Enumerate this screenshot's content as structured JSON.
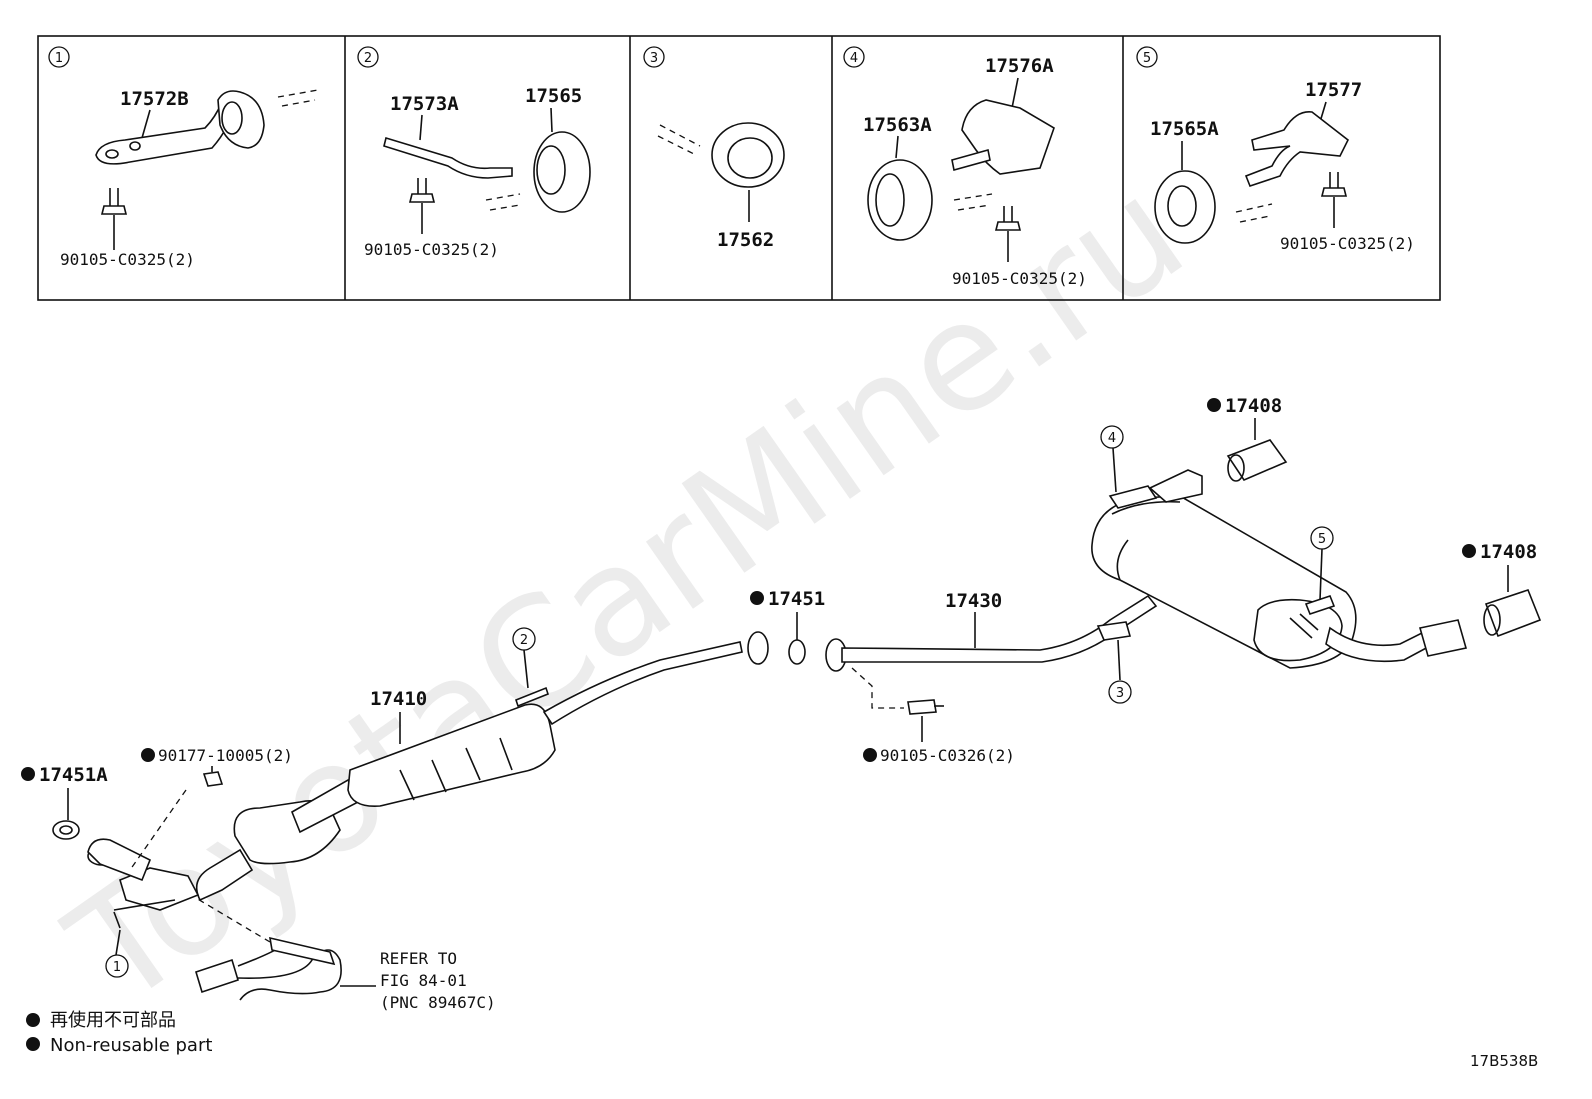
{
  "watermark": "ToyotaCarMine.ru",
  "detail_panels": [
    {
      "index": "1",
      "parts": [
        "17572B"
      ],
      "bolt": "90105-C0325(2)"
    },
    {
      "index": "2",
      "parts": [
        "17573A",
        "17565"
      ],
      "bolt": "90105-C0325(2)"
    },
    {
      "index": "3",
      "parts": [
        "17562"
      ],
      "bolt": ""
    },
    {
      "index": "4",
      "parts": [
        "17576A",
        "17563A"
      ],
      "bolt": "90105-C0325(2)"
    },
    {
      "index": "5",
      "parts": [
        "17577",
        "17565A"
      ],
      "bolt": "90105-C0325(2)"
    }
  ],
  "main_labels": {
    "tail_top": "17408",
    "tail_right": "17408",
    "gasket_mid": "17451",
    "center_pipe": "17430",
    "front_pipe": "17410",
    "nut": "90177-10005(2)",
    "gasket_front": "17451A",
    "bolt": "90105-C0326(2)"
  },
  "callouts": {
    "c1": "1",
    "c2": "2",
    "c3": "3",
    "c4": "4",
    "c5": "5"
  },
  "refer": {
    "line1": "REFER TO",
    "line2": "FIG 84-01",
    "line3": "(PNC 89467C)"
  },
  "legend": {
    "jp": "再使用不可部品",
    "en": "Non-reusable part"
  },
  "figure_code": "17B538B"
}
